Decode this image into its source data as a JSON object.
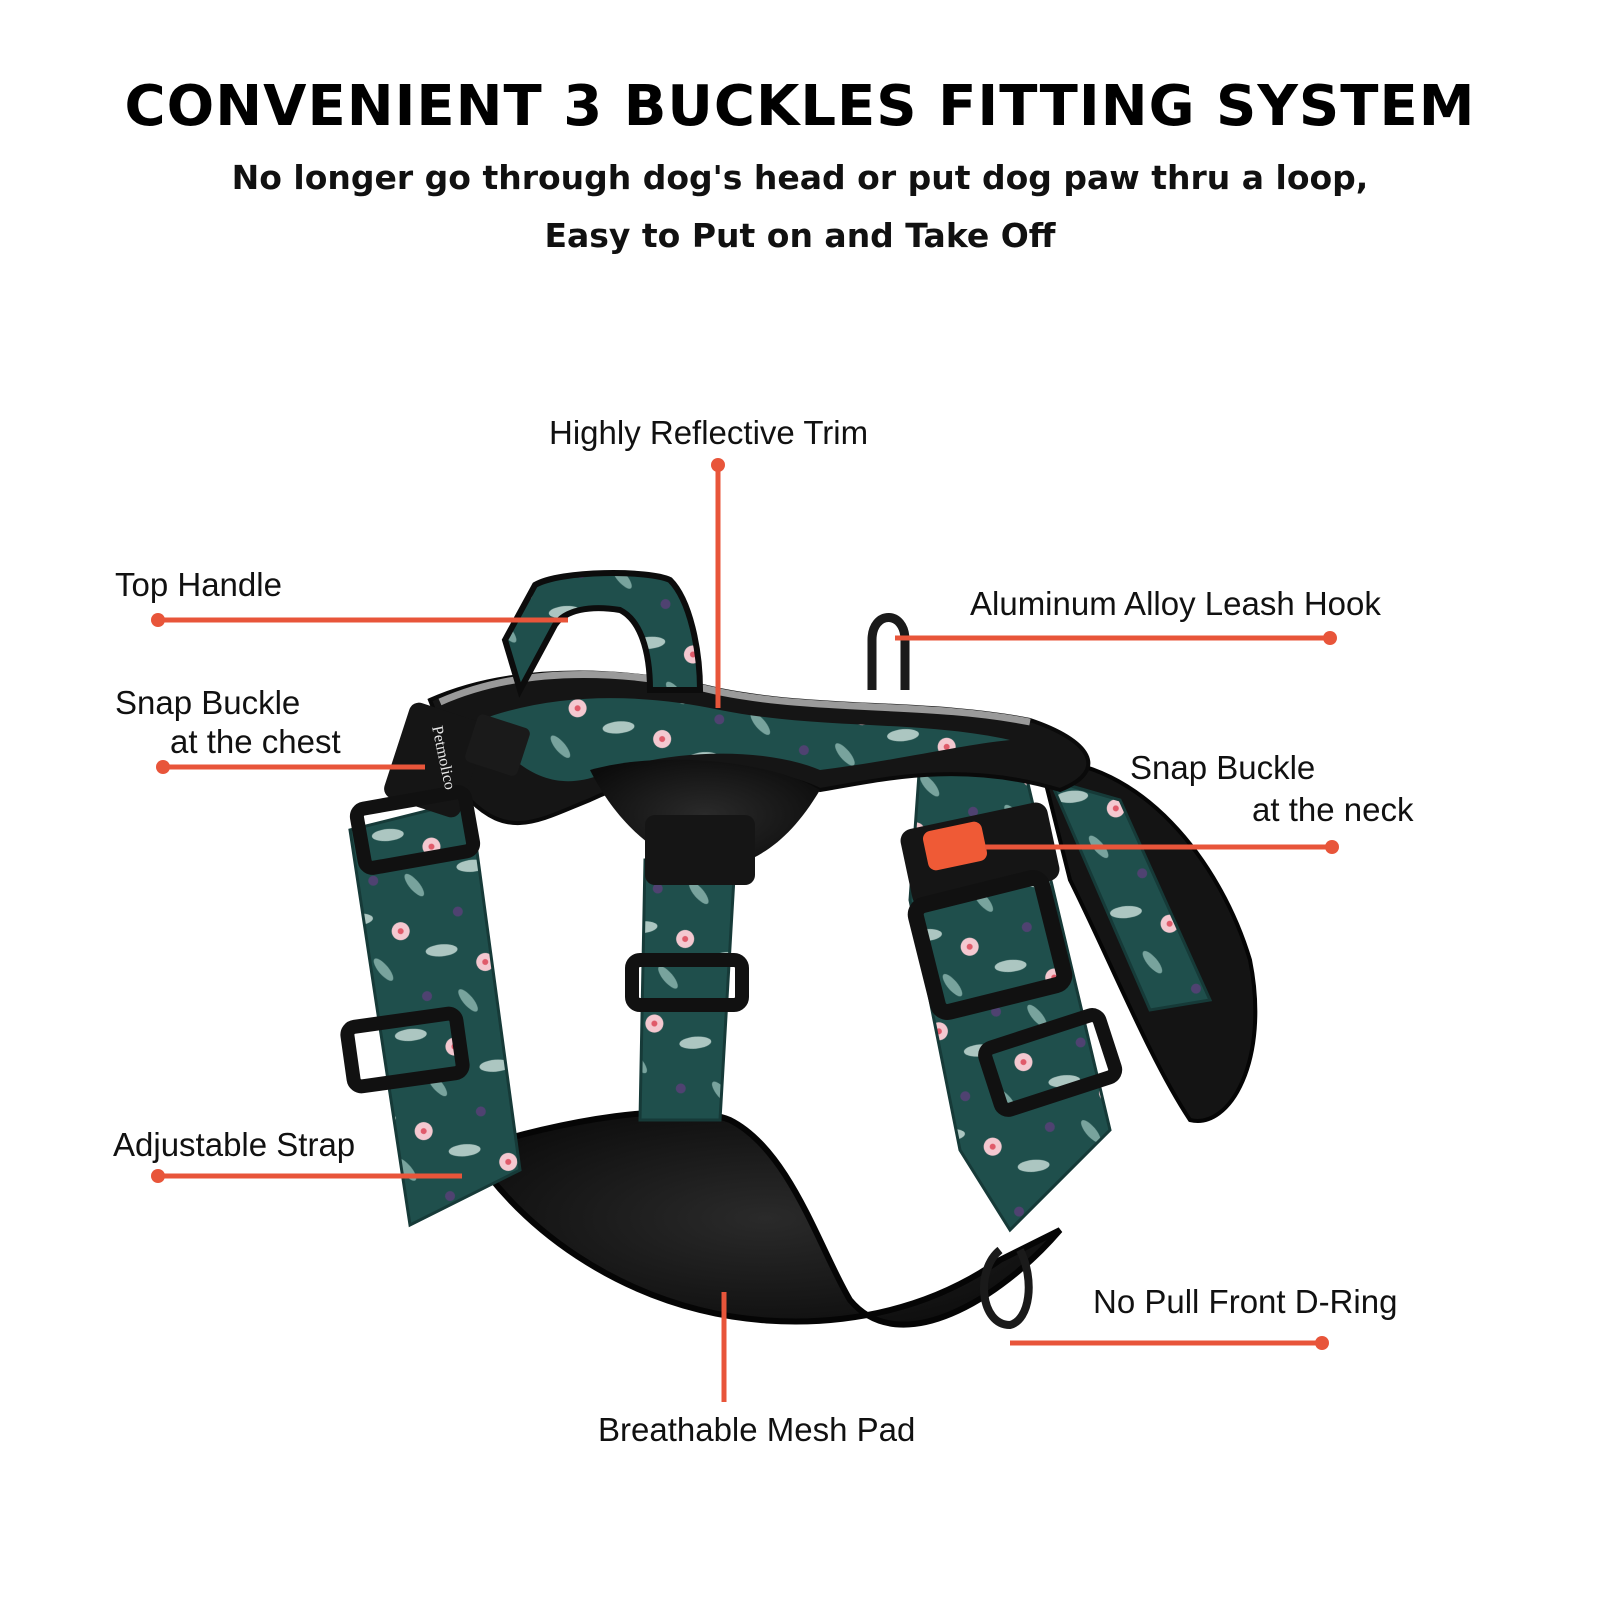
{
  "header": {
    "title": "CONVENIENT 3 BUCKLES FITTING SYSTEM",
    "subtitle_line1": "No longer go through dog's head or put dog paw thru a loop,",
    "subtitle_line2": "Easy to Put on and Take Off"
  },
  "product": {
    "brand_mark": "Petmolico",
    "callouts": {
      "reflective_trim": "Highly Reflective Trim",
      "top_handle": "Top Handle",
      "leash_hook": "Aluminum Alloy Leash Hook",
      "chest_buckle_line1": "Snap Buckle",
      "chest_buckle_line2": "at the chest",
      "neck_buckle_line1": "Snap Buckle",
      "neck_buckle_line2": "at the neck",
      "adjustable_strap": "Adjustable Strap",
      "front_d_ring": "No Pull Front D-Ring",
      "mesh_pad": "Breathable Mesh Pad"
    }
  },
  "colors": {
    "callout_line": "#e8553a",
    "strap_teal": "#1f4f4c",
    "padding_black": "#141414",
    "buckle_accent": "#ef5a36",
    "flower_pink": "#f4c8d0"
  }
}
